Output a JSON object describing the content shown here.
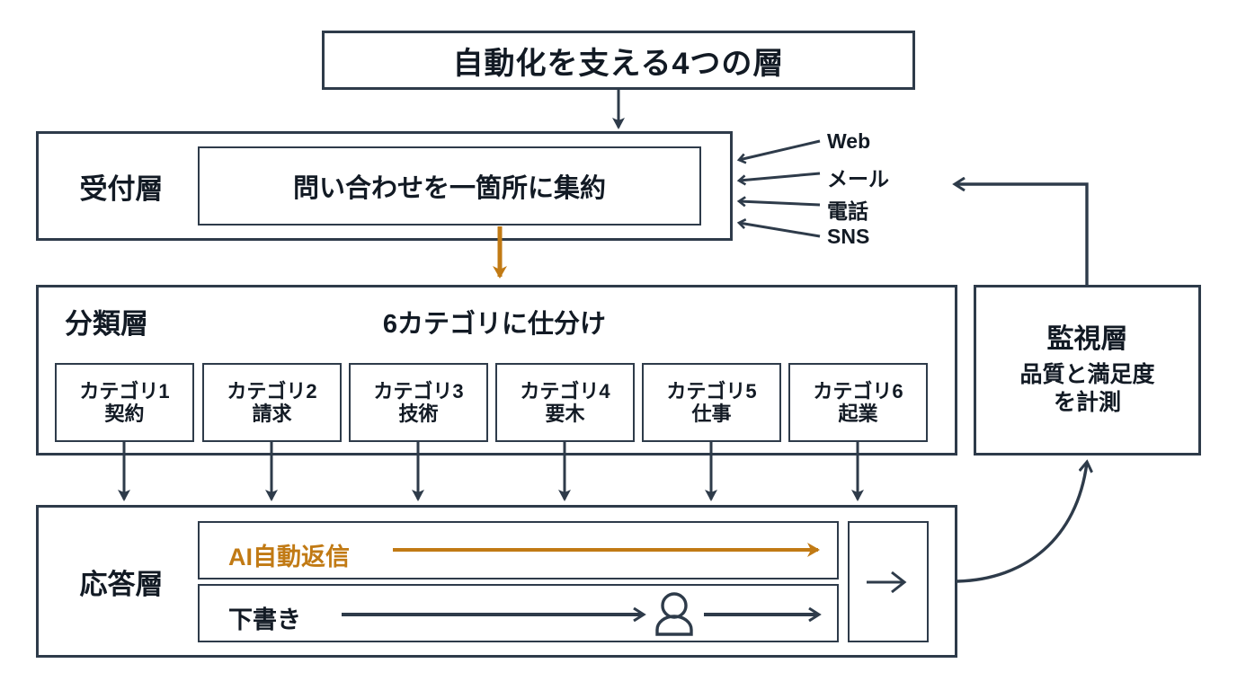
{
  "diagram": {
    "title": "自動化を支える4つの層",
    "colors": {
      "stroke": "#2e3b4a",
      "text": "#121a24",
      "accent_orange": "#c17a14",
      "background": "#ffffff"
    }
  },
  "reception": {
    "layer_label": "受付層",
    "inner_text": "問い合わせを一箇所に集約",
    "channels": [
      "Web",
      "メール",
      "電話",
      "SNS"
    ]
  },
  "classification": {
    "layer_label": "分類層",
    "heading": "6カテゴリに仕分け",
    "categories": [
      {
        "name": "カテゴリ1",
        "topic": "契約"
      },
      {
        "name": "カテゴリ2",
        "topic": "請求"
      },
      {
        "name": "カテゴリ3",
        "topic": "技術"
      },
      {
        "name": "カテゴリ4",
        "topic": "要木"
      },
      {
        "name": "カテゴリ5",
        "topic": "仕事"
      },
      {
        "name": "カテゴリ6",
        "topic": "起業"
      }
    ]
  },
  "response": {
    "layer_label": "応答層",
    "rows": [
      {
        "label": "AI自動返信",
        "style": "orange",
        "has_person_icon": false
      },
      {
        "label": "下書き",
        "style": "dark",
        "has_person_icon": true
      }
    ],
    "output_arrow_icon": "arrow-right-icon"
  },
  "monitoring": {
    "layer_label": "監視層",
    "sub_line1": "品質と満足度",
    "sub_line2": "を計測"
  }
}
